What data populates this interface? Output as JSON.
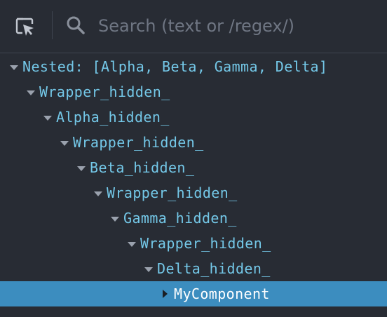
{
  "toolbar": {
    "inspect_icon": "element-picker-icon",
    "search_icon": "search-icon",
    "search_placeholder": "Search (text or /regex/)",
    "search_value": ""
  },
  "tree": {
    "rows": [
      {
        "label": "Nested: [Alpha, Beta, Gamma, Delta]",
        "depth": 0,
        "expanded": true,
        "selected": false
      },
      {
        "label": "Wrapper_hidden_",
        "depth": 1,
        "expanded": true,
        "selected": false
      },
      {
        "label": "Alpha_hidden_",
        "depth": 2,
        "expanded": true,
        "selected": false
      },
      {
        "label": "Wrapper_hidden_",
        "depth": 3,
        "expanded": true,
        "selected": false
      },
      {
        "label": "Beta_hidden_",
        "depth": 4,
        "expanded": true,
        "selected": false
      },
      {
        "label": "Wrapper_hidden_",
        "depth": 5,
        "expanded": true,
        "selected": false
      },
      {
        "label": "Gamma_hidden_",
        "depth": 6,
        "expanded": true,
        "selected": false
      },
      {
        "label": "Wrapper_hidden_",
        "depth": 7,
        "expanded": true,
        "selected": false
      },
      {
        "label": "Delta_hidden_",
        "depth": 8,
        "expanded": true,
        "selected": false
      },
      {
        "label": "MyComponent",
        "depth": 9,
        "expanded": false,
        "selected": true
      }
    ]
  },
  "colors": {
    "background": "#282c34",
    "label": "#74c8e8",
    "selected_background": "#3c8dbf",
    "selected_label": "#ffffff"
  }
}
